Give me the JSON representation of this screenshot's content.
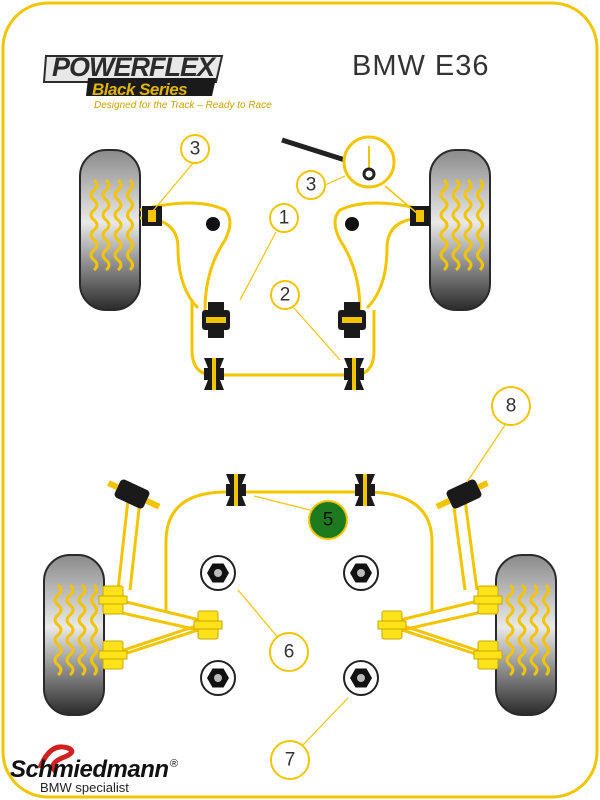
{
  "brand": {
    "logo_line1": "POWERFLEX",
    "logo_line2": "Black Series",
    "tagline": "Designed for the Track – Ready to Race"
  },
  "model": "BMW E36",
  "dealer": {
    "name": "Schmiedmann",
    "registered": "®",
    "subtitle": "BMW specialist"
  },
  "callouts": [
    {
      "id": "c1",
      "label": "1"
    },
    {
      "id": "c2",
      "label": "2"
    },
    {
      "id": "c3a",
      "label": "3"
    },
    {
      "id": "c3b",
      "label": "3"
    },
    {
      "id": "c5",
      "label": "5"
    },
    {
      "id": "c6",
      "label": "6"
    },
    {
      "id": "c7",
      "label": "7"
    },
    {
      "id": "c8",
      "label": "8"
    }
  ],
  "colors": {
    "frame": "#f2c500",
    "bush_yellow": "#ffe21a",
    "bush_black": "#1a1a1a",
    "tyre_dark": "#3a3a3a",
    "callout_5_fill": "#1e7a1e"
  }
}
